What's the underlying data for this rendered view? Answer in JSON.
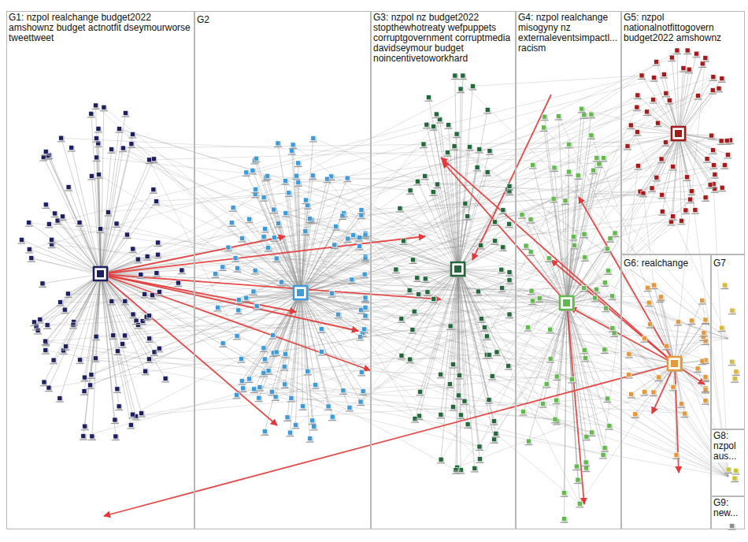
{
  "diagram": {
    "nodes": [
      {
        "text": [
          "G1: nzpol realchange budget2022 amshownz budget actnotfit dseymourworse tweettweet"
        ]
      },
      {
        "text": [
          "G2"
        ]
      },
      {
        "text": [
          "G3: nzpol nz budget2022 stopthewhotreaty wefpuppets corruptgovernment corruptmedia davidseymour budget noincentivetoworkhard"
        ]
      },
      {
        "text": [
          "G4: nzpol realchange misogyny nz externaleventsimpactl... racism"
        ]
      },
      {
        "text": [
          "G5: nzpol nationalnotfittogovern budget2022 amshownz"
        ]
      },
      {
        "text": [
          "G6: realchange"
        ]
      },
      {
        "text": [
          "G7"
        ]
      },
      {
        "text": [
          "G8: nzpol aus..."
        ]
      },
      {
        "text": [
          "G9: new..."
        ]
      }
    ]
  }
}
